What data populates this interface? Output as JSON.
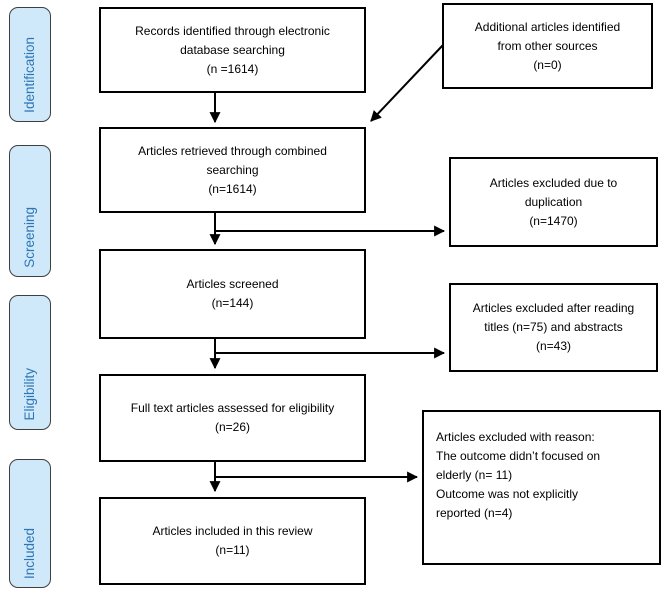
{
  "sidebar": {
    "stages": [
      "Identification",
      "Screening",
      "Eligibility",
      "Included"
    ]
  },
  "boxes": {
    "records_identified": "Records identified through electronic\ndatabase searching\n(n =1614)",
    "additional_articles": "Additional articles identified\nfrom other sources\n(n=0)",
    "articles_retrieved": "Articles retrieved through combined\nsearching\n(n=1614)",
    "excluded_duplication": "Articles excluded due to\nduplication\n(n=1470)",
    "articles_screened": "Articles screened\n(n=144)",
    "excluded_titles_abstracts": "Articles excluded after reading\ntitles (n=75) and abstracts\n(n=43)",
    "full_text_assessed": "Full text articles assessed for eligibility\n(n=26)",
    "excluded_with_reason": "Articles excluded with reason:\nThe outcome didn’t focused on\nelderly (n= 11)\nOutcome was not explicitly\nreported (n=4)",
    "articles_included": "Articles included in this review\n(n=11)"
  },
  "colors": {
    "background": "#ffffff",
    "stage_fill": "#cfe9fb",
    "stage_border": "#3f3f3f",
    "stage_text": "#2e75b6",
    "box_border": "#000000",
    "box_text": "#000000",
    "arrow": "#000000"
  }
}
